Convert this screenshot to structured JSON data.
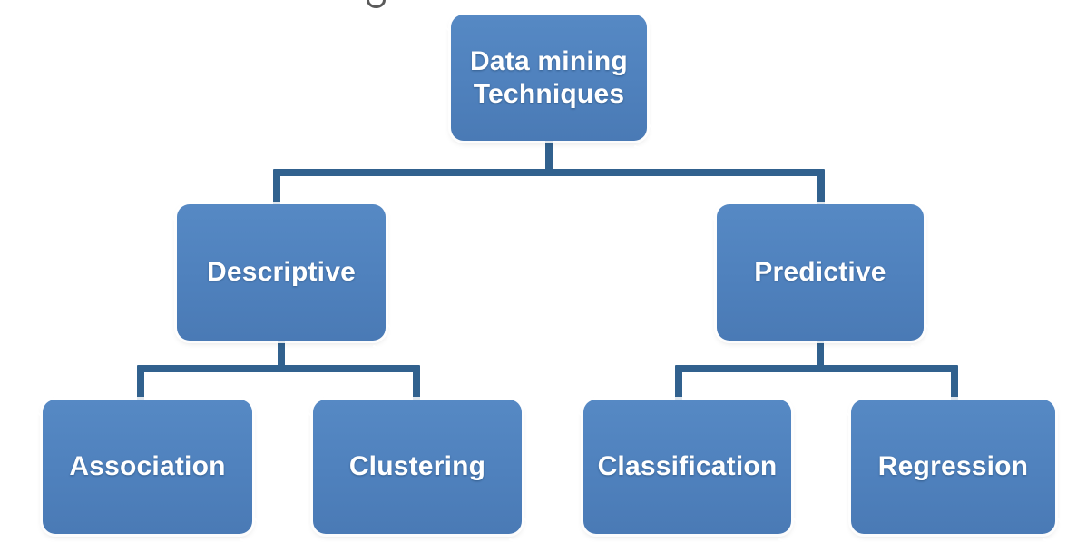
{
  "diagram": {
    "type": "tree",
    "orientation": "top-down",
    "levels": 3,
    "colors": {
      "node_fill": "#4F81BD",
      "node_text": "#FFFFFF",
      "connector": "#31618E",
      "background": "#FFFFFF"
    },
    "root": {
      "id": "data-mining-techniques",
      "label": "Data mining\nTechniques"
    },
    "level2": [
      {
        "id": "descriptive",
        "label": "Descriptive"
      },
      {
        "id": "predictive",
        "label": "Predictive"
      }
    ],
    "level3": [
      {
        "id": "association",
        "label": "Association",
        "parent": "descriptive"
      },
      {
        "id": "clustering",
        "label": "Clustering",
        "parent": "descriptive"
      },
      {
        "id": "classification",
        "label": "Classification",
        "parent": "predictive"
      },
      {
        "id": "regression",
        "label": "Regression",
        "parent": "predictive"
      }
    ]
  }
}
